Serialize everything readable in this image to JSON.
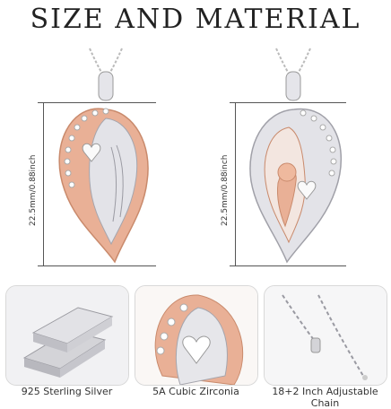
{
  "title": "SIZE AND MATERIAL",
  "dimension_label": "22.5mm/0.88inch",
  "features": [
    {
      "caption": "925 Sterling  Silver",
      "icon": "silver-bars-icon"
    },
    {
      "caption": "5A Cubic Zirconia",
      "icon": "pendant-closeup-icon"
    },
    {
      "caption": "18+2 Inch Adjustable Chain",
      "icon": "chain-closeup-icon"
    }
  ],
  "colors": {
    "rose_gold": "#e7a68a",
    "silver": "#d9d9de",
    "text": "#222222"
  }
}
